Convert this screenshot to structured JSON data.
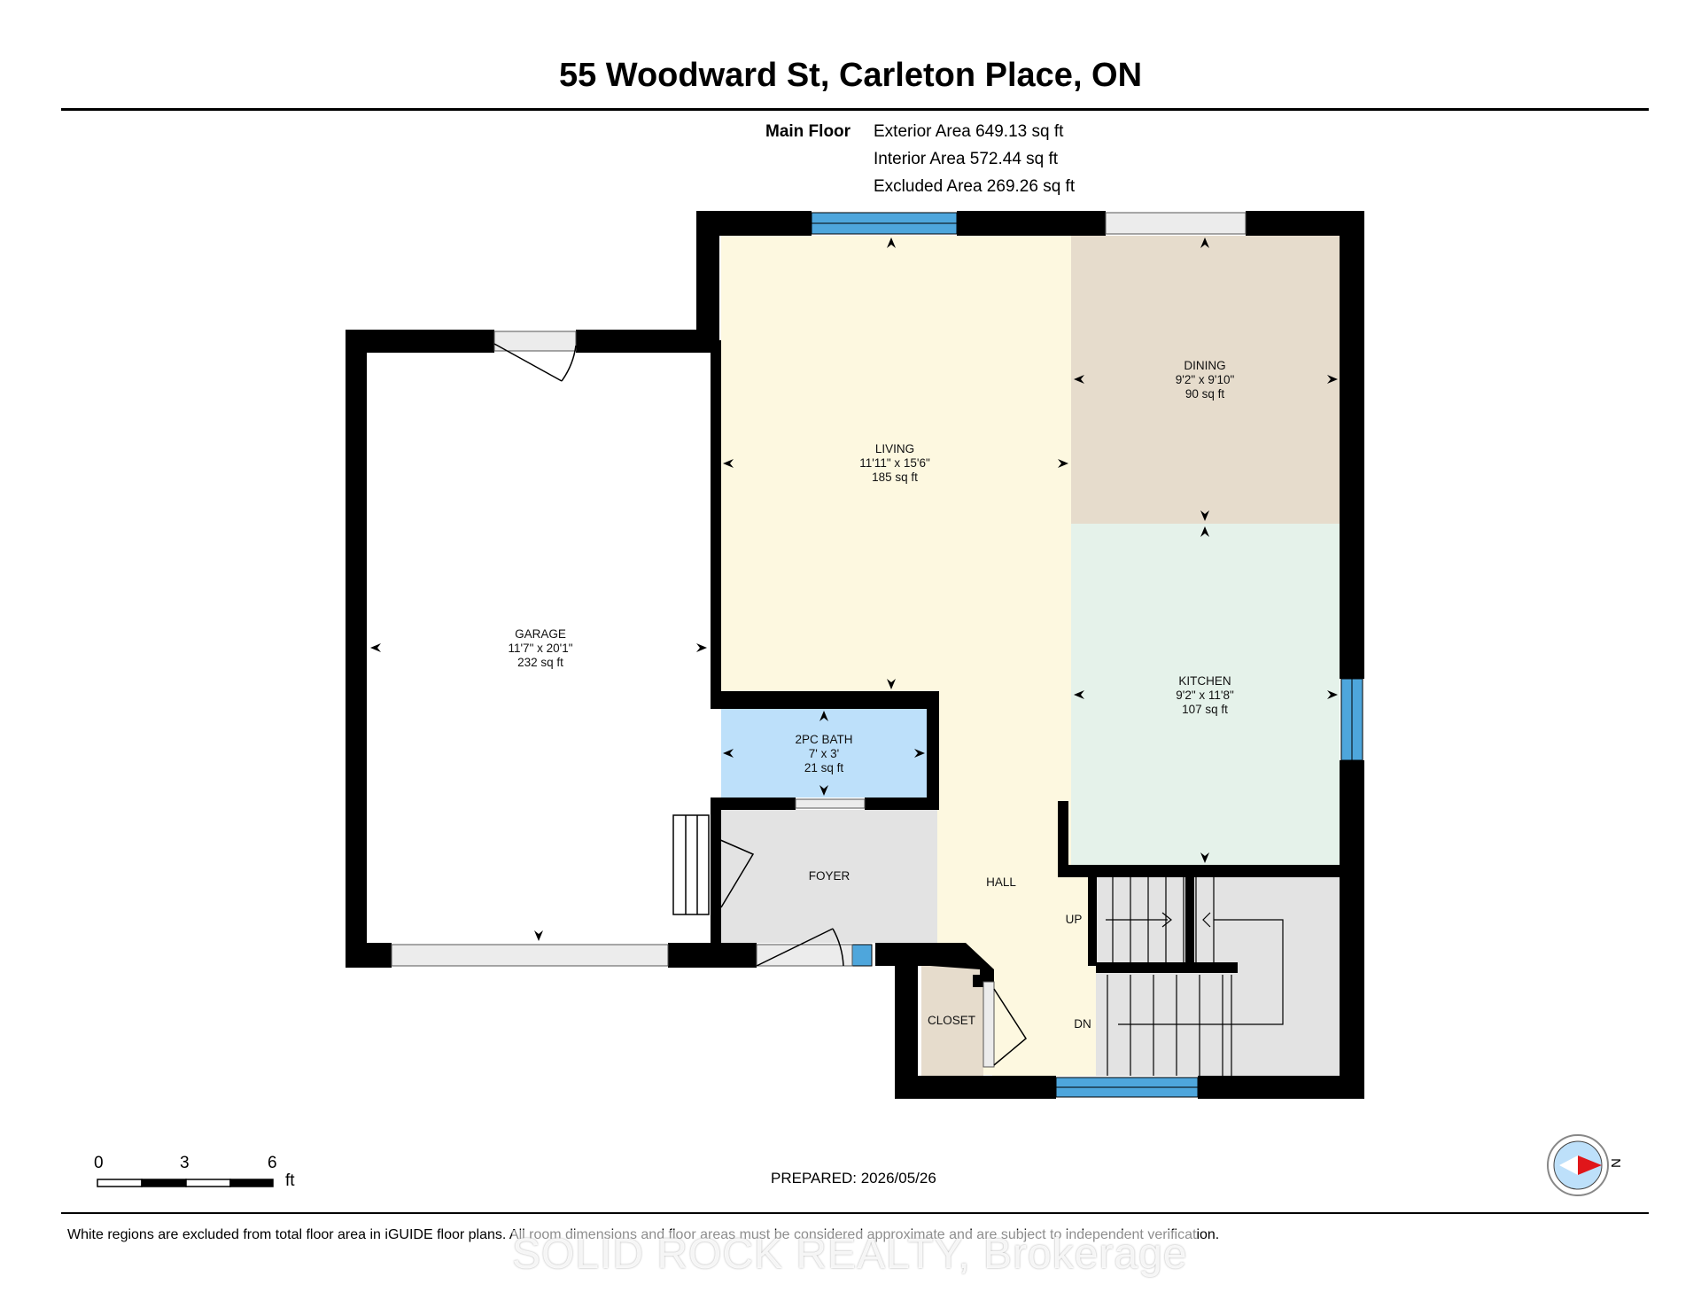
{
  "title": "55 Woodward St, Carleton Place, ON",
  "floor_label": "Main Floor",
  "areas": [
    "Exterior Area 649.13 sq ft",
    "Interior Area 572.44 sq ft",
    "Excluded Area 269.26 sq ft"
  ],
  "rooms": {
    "living": {
      "name": "LIVING",
      "dims": "11'11\" x 15'6\"",
      "area": "185 sq ft"
    },
    "dining": {
      "name": "DINING",
      "dims": "9'2\" x 9'10\"",
      "area": "90 sq ft"
    },
    "kitchen": {
      "name": "KITCHEN",
      "dims": "9'2\" x 11'8\"",
      "area": "107 sq ft"
    },
    "garage": {
      "name": "GARAGE",
      "dims": "11'7\" x 20'1\"",
      "area": "232 sq ft"
    },
    "bath": {
      "name": "2PC BATH",
      "dims": "7' x 3'",
      "area": "21 sq ft"
    },
    "foyer": {
      "name": "FOYER"
    },
    "hall": {
      "name": "HALL"
    },
    "closet": {
      "name": "CLOSET"
    },
    "stairs_up": "UP",
    "stairs_down": "DN"
  },
  "scale": {
    "ticks": [
      "0",
      "3",
      "6"
    ],
    "unit": "ft"
  },
  "compass": {
    "label": "N"
  },
  "prepared": "PREPARED: 2026/05/26",
  "disclaimer": "White regions are excluded from total floor area in iGUIDE floor plans. All room dimensions and floor areas must be considered approximate and are subject to independent verification.",
  "watermark": "SOLID ROCK REALTY, Brokerage",
  "colors": {
    "living": "#fdf8e0",
    "dining": "#e6dccc",
    "kitchen": "#e5f2ea",
    "bath": "#bde0fa",
    "gray": "#e3e3e3",
    "wall": "#000000",
    "window": "#4ea6dc"
  }
}
